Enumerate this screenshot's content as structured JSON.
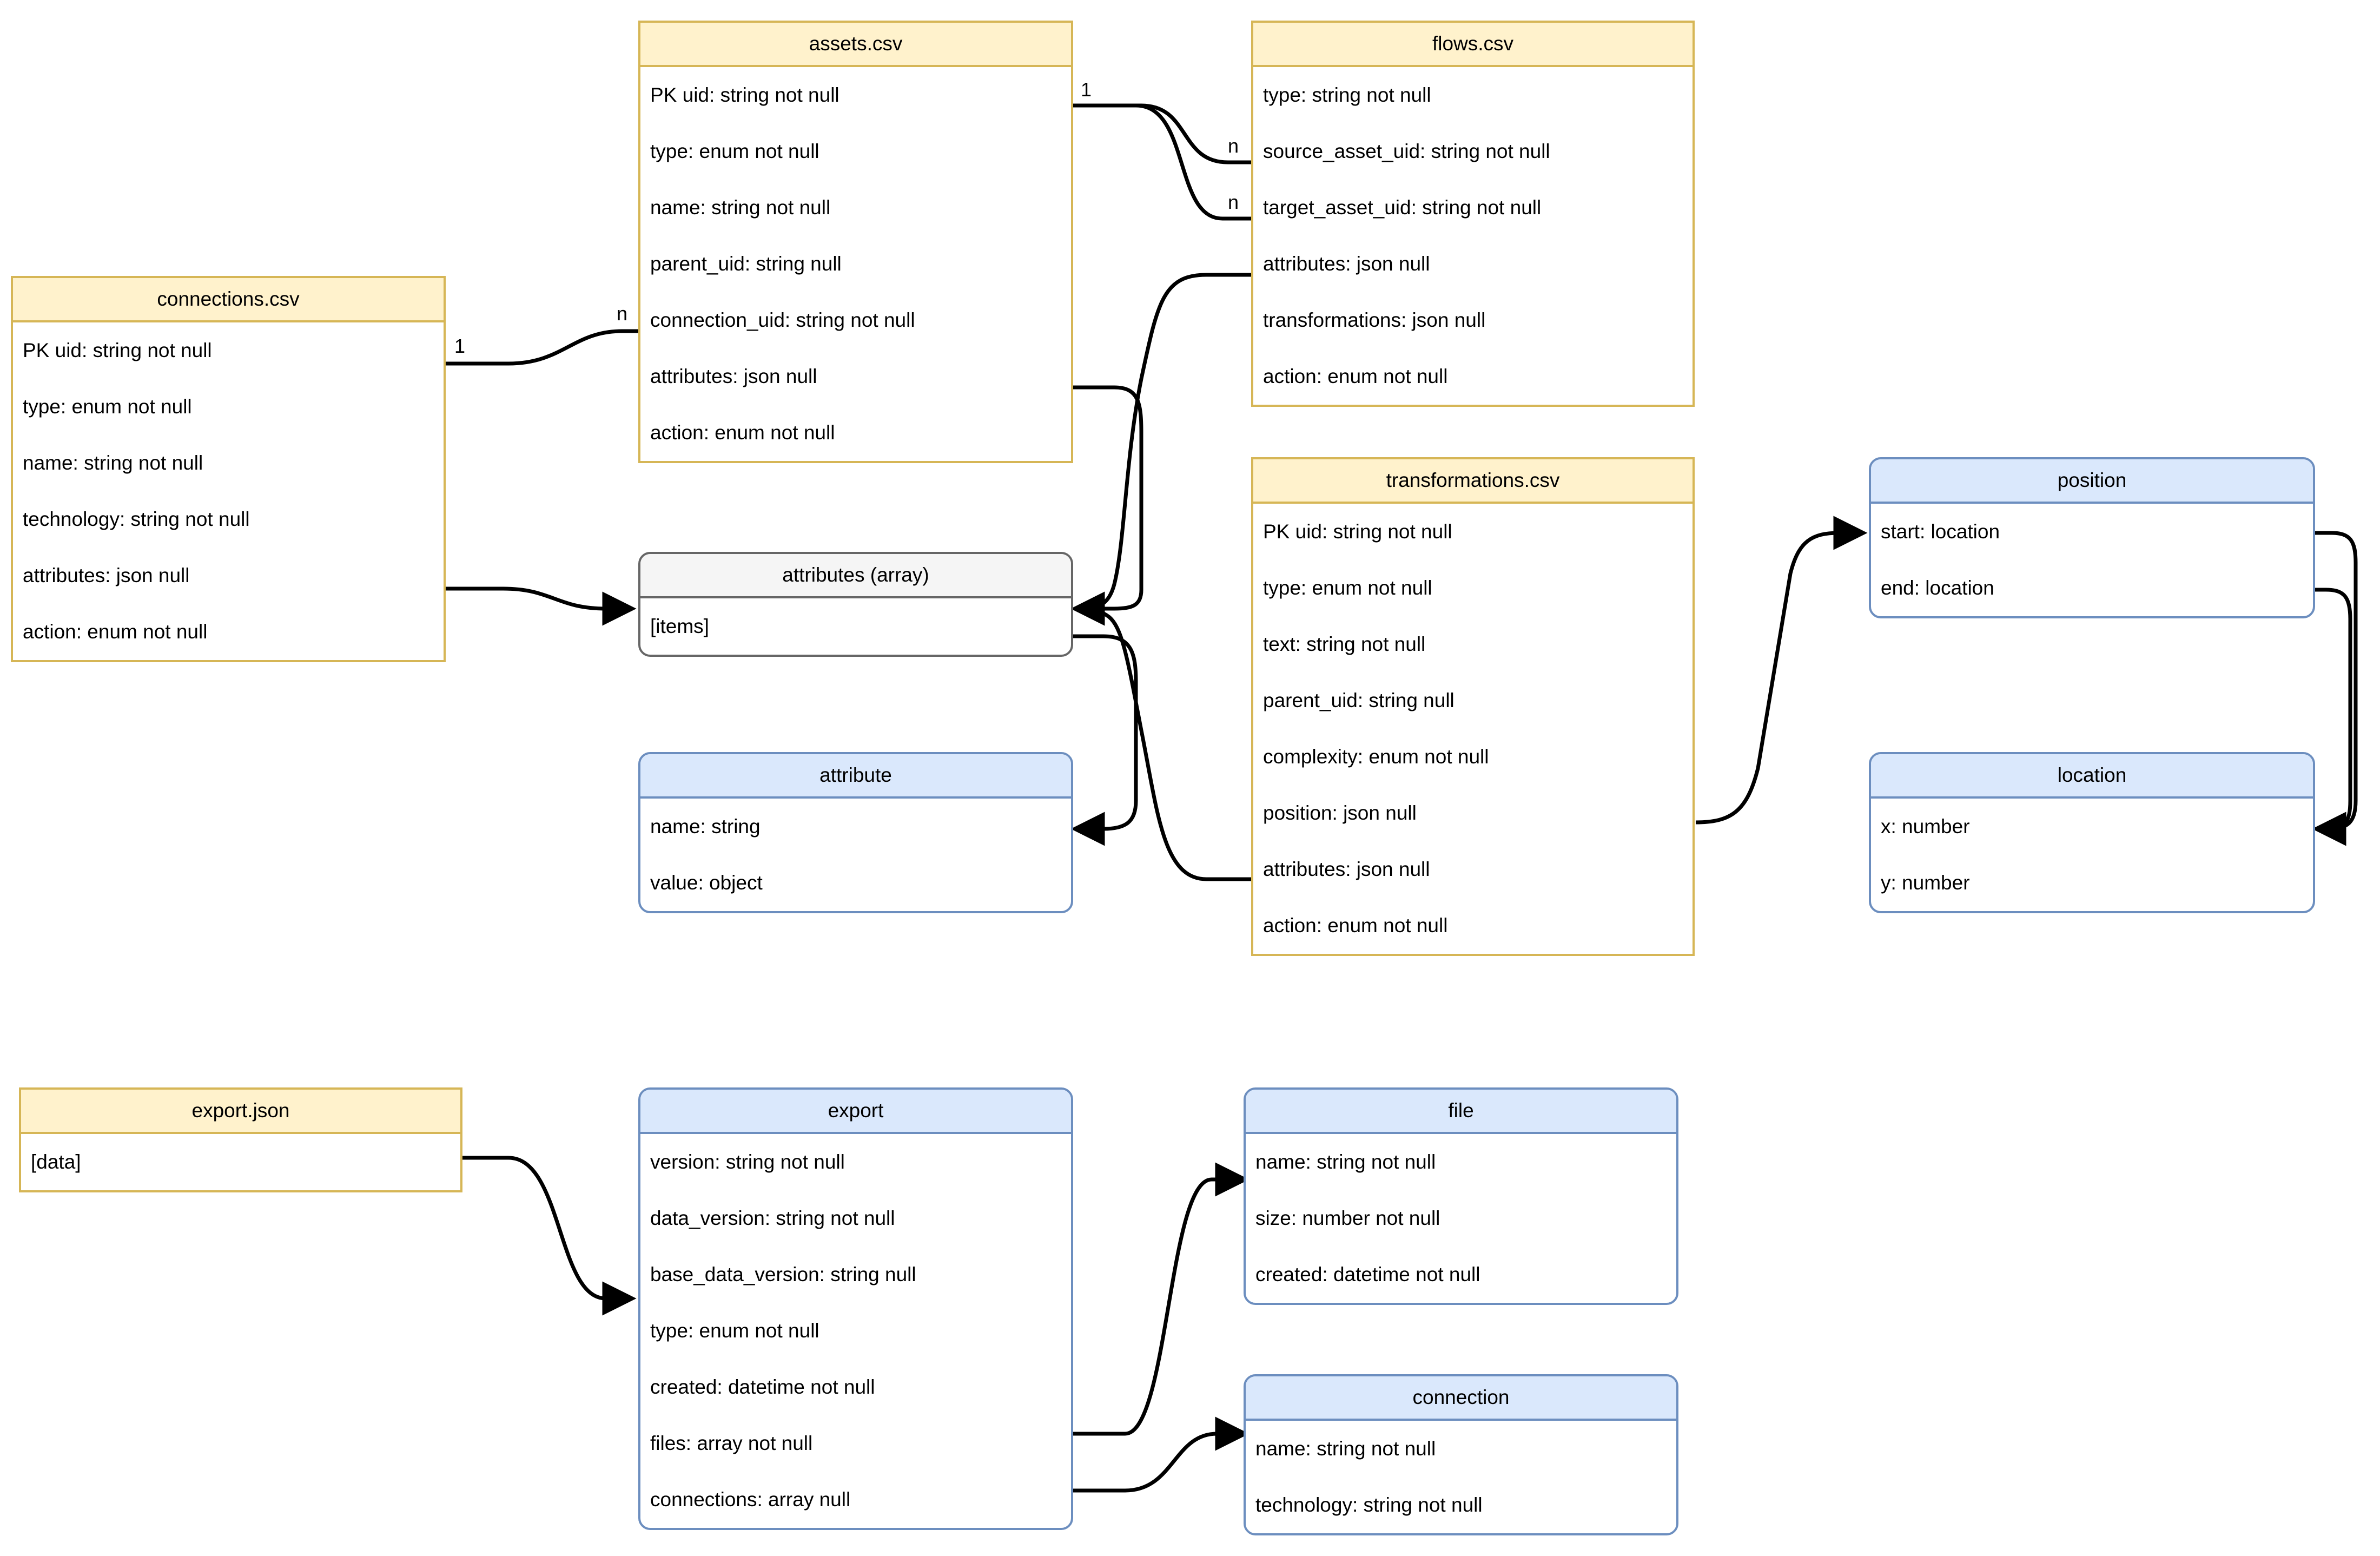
{
  "diagram": {
    "title": "data model entity relationship diagram",
    "colors": {
      "file_header_fill": "#fff2cc",
      "file_border": "#d6b656",
      "object_header_fill": "#dae8fc",
      "object_border": "#6c8ebf",
      "array_header_fill": "#f5f5f5",
      "array_border": "#666666",
      "edge": "#000000",
      "background": "#ffffff"
    }
  },
  "entities": [
    {
      "id": "connections_csv",
      "title": "connections.csv",
      "style": "file",
      "rows": [
        "PK uid: string not null",
        "type: enum not null",
        "name: string not null",
        "technology: string not null",
        "attributes: json null",
        "action: enum not null"
      ]
    },
    {
      "id": "assets_csv",
      "title": "assets.csv",
      "style": "file",
      "rows": [
        "PK uid: string not null",
        "type: enum not null",
        "name: string not null",
        "parent_uid: string null",
        "connection_uid: string not null",
        "attributes: json null",
        "action: enum not null"
      ]
    },
    {
      "id": "flows_csv",
      "title": "flows.csv",
      "style": "file",
      "rows": [
        "type: string not null",
        "source_asset_uid: string not null",
        "target_asset_uid: string not null",
        "attributes: json null",
        "transformations: json null",
        "action: enum not null"
      ]
    },
    {
      "id": "transformations_csv",
      "title": "transformations.csv",
      "style": "file",
      "rows": [
        "PK uid: string not null",
        "type: enum not null",
        "text: string not null",
        "parent_uid: string null",
        "complexity: enum not null",
        "position: json null",
        "attributes: json null",
        "action: enum not null"
      ]
    },
    {
      "id": "attributes_array",
      "title": "attributes (array)",
      "style": "array",
      "rows": [
        "[items]"
      ]
    },
    {
      "id": "attribute",
      "title": "attribute",
      "style": "object",
      "rows": [
        "name: string",
        "value: object"
      ]
    },
    {
      "id": "position",
      "title": "position",
      "style": "object",
      "rows": [
        "start: location",
        "end: location"
      ]
    },
    {
      "id": "location",
      "title": "location",
      "style": "object",
      "rows": [
        "x: number",
        "y: number"
      ]
    },
    {
      "id": "export_json",
      "title": "export.json",
      "style": "file",
      "rows": [
        "[data]"
      ]
    },
    {
      "id": "export",
      "title": "export",
      "style": "object",
      "rows": [
        "version: string not null",
        "data_version: string not null",
        "base_data_version: string null",
        "type: enum not null",
        "created: datetime not null",
        "files: array not null",
        "connections: array null"
      ]
    },
    {
      "id": "file",
      "title": "file",
      "style": "object",
      "rows": [
        "name: string not null",
        "size: number not null",
        "created: datetime not null"
      ]
    },
    {
      "id": "connection",
      "title": "connection",
      "style": "object",
      "rows": [
        "name: string not null",
        "technology: string not null"
      ]
    }
  ],
  "cardinality_labels": [
    {
      "id": "assets_one",
      "text": "1"
    },
    {
      "id": "flows_source_n",
      "text": "n"
    },
    {
      "id": "flows_target_n",
      "text": "n"
    },
    {
      "id": "connections_one",
      "text": "1"
    },
    {
      "id": "assets_connection_n",
      "text": "n"
    }
  ],
  "relationships": [
    {
      "from": "assets.csv PK uid",
      "to": "flows.csv source_asset_uid",
      "from_card": "1",
      "to_card": "n"
    },
    {
      "from": "assets.csv PK uid",
      "to": "flows.csv target_asset_uid",
      "from_card": "1",
      "to_card": "n"
    },
    {
      "from": "connections.csv PK uid",
      "to": "assets.csv connection_uid",
      "from_card": "1",
      "to_card": "n"
    },
    {
      "from": "connections.csv attributes",
      "to": "attributes (array)",
      "from_card": "",
      "to_card": ""
    },
    {
      "from": "assets.csv attributes",
      "to": "attributes (array)",
      "from_card": "",
      "to_card": ""
    },
    {
      "from": "flows.csv attributes",
      "to": "attributes (array)",
      "from_card": "",
      "to_card": ""
    },
    {
      "from": "transformations.csv attributes",
      "to": "attributes (array)",
      "from_card": "",
      "to_card": ""
    },
    {
      "from": "attributes (array) [items]",
      "to": "attribute",
      "from_card": "",
      "to_card": ""
    },
    {
      "from": "transformations.csv position",
      "to": "position",
      "from_card": "",
      "to_card": ""
    },
    {
      "from": "position start: location",
      "to": "location",
      "from_card": "",
      "to_card": ""
    },
    {
      "from": "position end: location",
      "to": "location",
      "from_card": "",
      "to_card": ""
    },
    {
      "from": "export.json [data]",
      "to": "export",
      "from_card": "",
      "to_card": ""
    },
    {
      "from": "export files",
      "to": "file",
      "from_card": "",
      "to_card": ""
    },
    {
      "from": "export connections",
      "to": "connection",
      "from_card": "",
      "to_card": ""
    }
  ]
}
